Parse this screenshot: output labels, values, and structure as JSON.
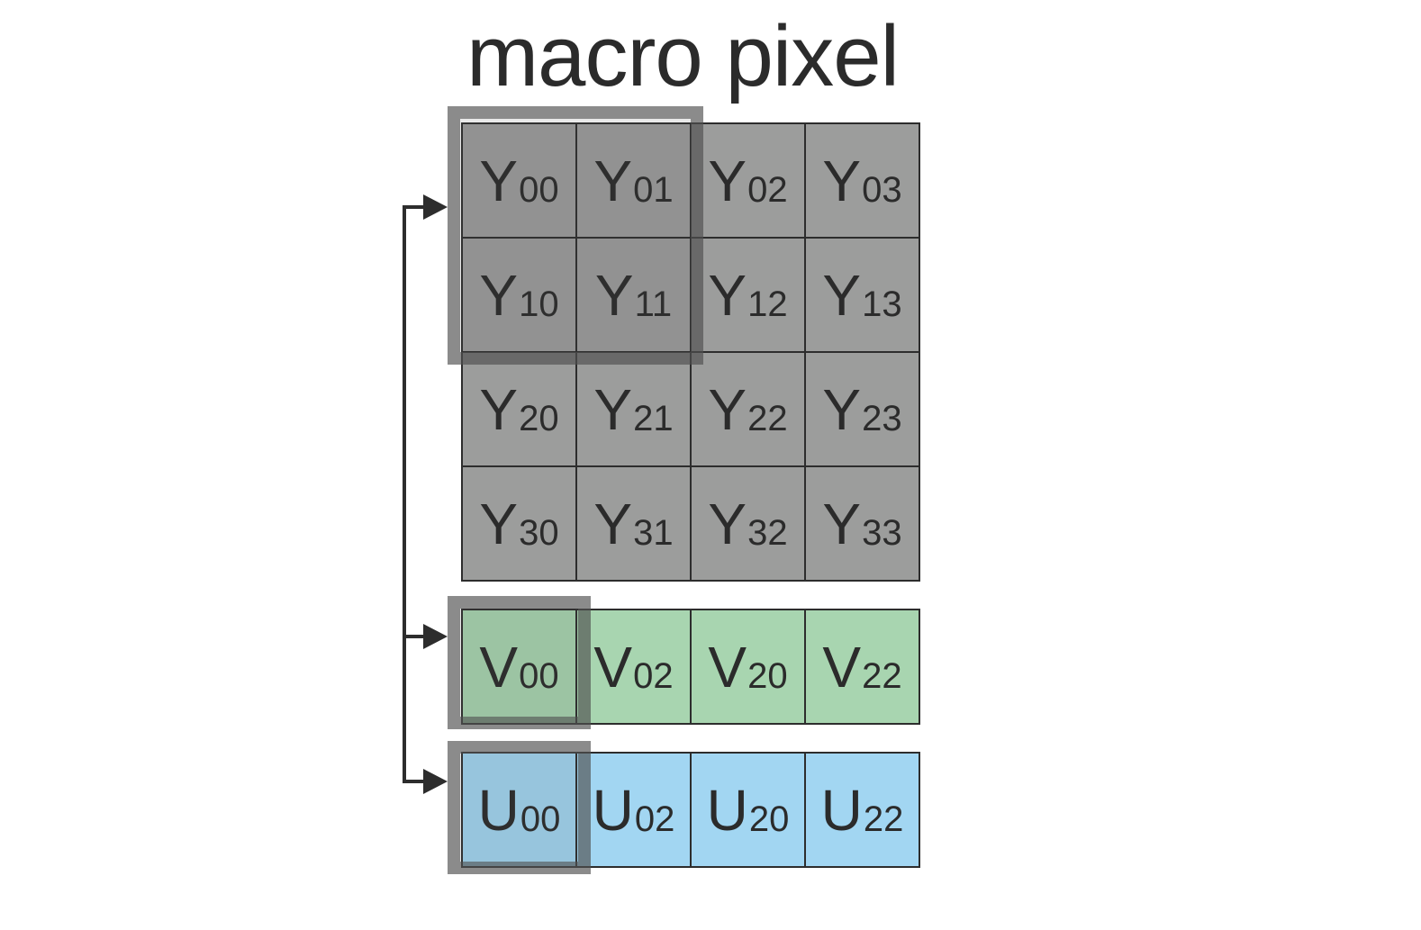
{
  "title": "macro pixel",
  "colors": {
    "y_cell": "#9c9d9c",
    "v_cell": "#a8d5b0",
    "u_cell": "#a2d6f2",
    "line": "#2d2d2d",
    "highlight": "#505050"
  },
  "y_plane": [
    [
      {
        "letter": "Y",
        "sub": "00"
      },
      {
        "letter": "Y",
        "sub": "01"
      },
      {
        "letter": "Y",
        "sub": "02"
      },
      {
        "letter": "Y",
        "sub": "03"
      }
    ],
    [
      {
        "letter": "Y",
        "sub": "10"
      },
      {
        "letter": "Y",
        "sub": "11"
      },
      {
        "letter": "Y",
        "sub": "12"
      },
      {
        "letter": "Y",
        "sub": "13"
      }
    ],
    [
      {
        "letter": "Y",
        "sub": "20"
      },
      {
        "letter": "Y",
        "sub": "21"
      },
      {
        "letter": "Y",
        "sub": "22"
      },
      {
        "letter": "Y",
        "sub": "23"
      }
    ],
    [
      {
        "letter": "Y",
        "sub": "30"
      },
      {
        "letter": "Y",
        "sub": "31"
      },
      {
        "letter": "Y",
        "sub": "32"
      },
      {
        "letter": "Y",
        "sub": "33"
      }
    ]
  ],
  "v_plane": [
    {
      "letter": "V",
      "sub": "00"
    },
    {
      "letter": "V",
      "sub": "02"
    },
    {
      "letter": "V",
      "sub": "20"
    },
    {
      "letter": "V",
      "sub": "22"
    }
  ],
  "u_plane": [
    {
      "letter": "U",
      "sub": "00"
    },
    {
      "letter": "U",
      "sub": "02"
    },
    {
      "letter": "U",
      "sub": "20"
    },
    {
      "letter": "U",
      "sub": "22"
    }
  ]
}
